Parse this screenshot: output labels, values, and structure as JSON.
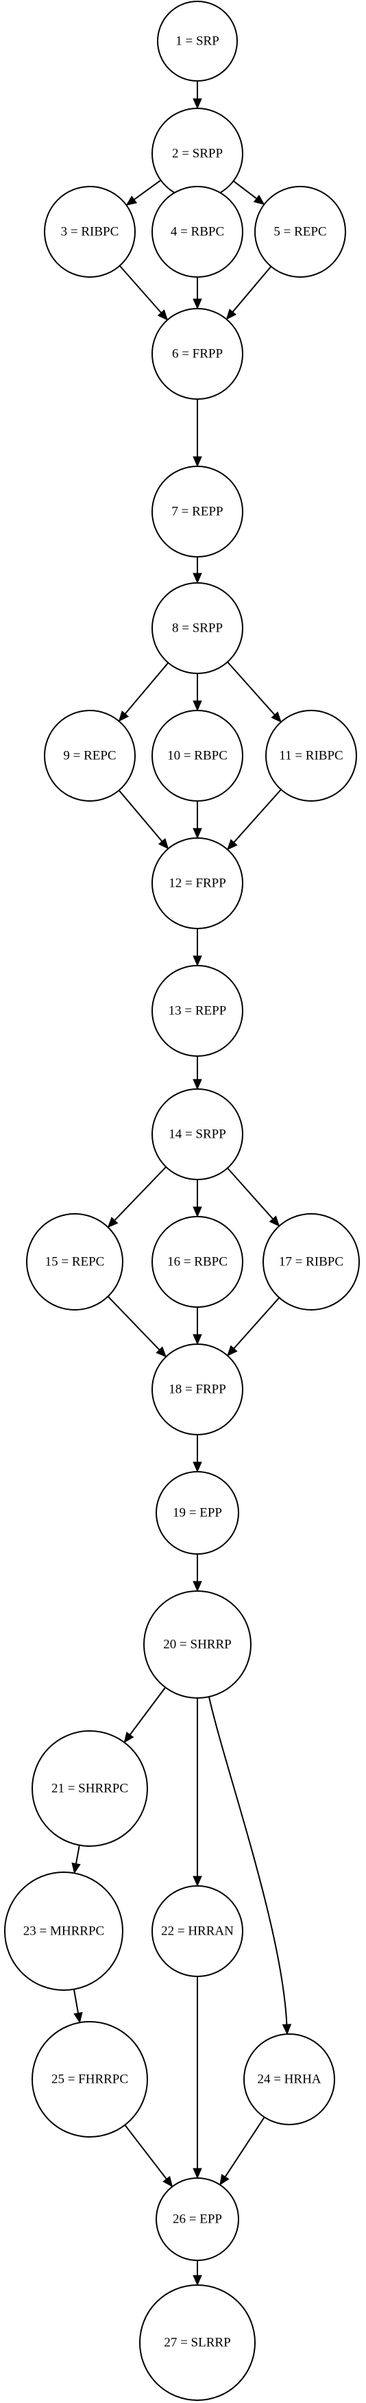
{
  "graph": {
    "nodes": [
      {
        "id": 1,
        "label": "1 = SRP"
      },
      {
        "id": 2,
        "label": "2 = SRPP"
      },
      {
        "id": 3,
        "label": "3 = RIBPC"
      },
      {
        "id": 4,
        "label": "4 = RBPC"
      },
      {
        "id": 5,
        "label": "5 = REPC"
      },
      {
        "id": 6,
        "label": "6 = FRPP"
      },
      {
        "id": 7,
        "label": "7 = REPP"
      },
      {
        "id": 8,
        "label": "8 = SRPP"
      },
      {
        "id": 9,
        "label": "9 = REPC"
      },
      {
        "id": 10,
        "label": "10 = RBPC"
      },
      {
        "id": 11,
        "label": "11 = RIBPC"
      },
      {
        "id": 12,
        "label": "12 = FRPP"
      },
      {
        "id": 13,
        "label": "13 = REPP"
      },
      {
        "id": 14,
        "label": "14 = SRPP"
      },
      {
        "id": 15,
        "label": "15 = REPC"
      },
      {
        "id": 16,
        "label": "16 = RBPC"
      },
      {
        "id": 17,
        "label": "17 = RIBPC"
      },
      {
        "id": 18,
        "label": "18 = FRPP"
      },
      {
        "id": 19,
        "label": "19 = EPP"
      },
      {
        "id": 20,
        "label": "20 = SHRRP"
      },
      {
        "id": 21,
        "label": "21 = SHRRPC"
      },
      {
        "id": 22,
        "label": "22 = HRRAN"
      },
      {
        "id": 23,
        "label": "23 = MHRRPC"
      },
      {
        "id": 24,
        "label": "24 = HRHA"
      },
      {
        "id": 25,
        "label": "25 = FHRRPC"
      },
      {
        "id": 26,
        "label": "26 = EPP"
      },
      {
        "id": 27,
        "label": "27 = SLRRP"
      }
    ],
    "edges": [
      [
        1,
        2
      ],
      [
        2,
        3
      ],
      [
        2,
        4
      ],
      [
        2,
        5
      ],
      [
        3,
        6
      ],
      [
        4,
        6
      ],
      [
        5,
        6
      ],
      [
        6,
        7
      ],
      [
        7,
        8
      ],
      [
        8,
        9
      ],
      [
        8,
        10
      ],
      [
        8,
        11
      ],
      [
        9,
        12
      ],
      [
        10,
        12
      ],
      [
        11,
        12
      ],
      [
        12,
        13
      ],
      [
        13,
        14
      ],
      [
        14,
        15
      ],
      [
        14,
        16
      ],
      [
        14,
        17
      ],
      [
        15,
        18
      ],
      [
        16,
        18
      ],
      [
        17,
        18
      ],
      [
        18,
        19
      ],
      [
        19,
        20
      ],
      [
        20,
        21
      ],
      [
        20,
        22
      ],
      [
        20,
        24
      ],
      [
        21,
        23
      ],
      [
        23,
        25
      ],
      [
        22,
        26
      ],
      [
        24,
        26
      ],
      [
        25,
        26
      ],
      [
        26,
        27
      ]
    ]
  }
}
